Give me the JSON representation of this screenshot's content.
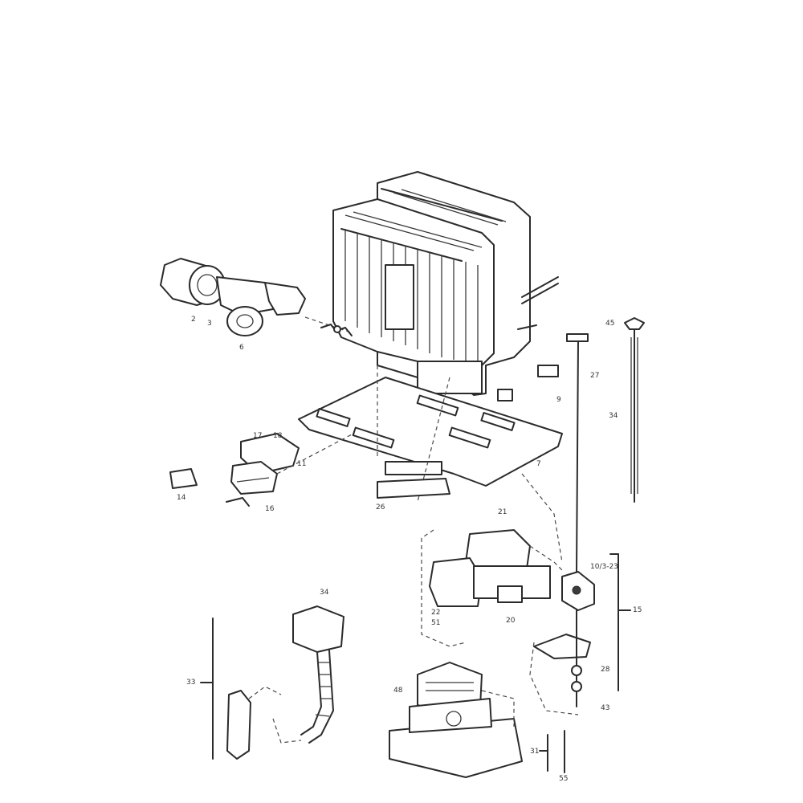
{
  "labels": {
    "l2a": "2",
    "l2b": "3",
    "l6": "6",
    "l45": "45",
    "l27": "27",
    "l9": "9",
    "l34": "34",
    "l7": "7",
    "l17": "17",
    "l18": "18",
    "l11": "11",
    "l14": "14",
    "l16": "16",
    "l26": "26",
    "l21": "21",
    "l1023": "10/3-23",
    "l20": "20",
    "l15": "15",
    "l22": "22",
    "l51": "51",
    "l34b": "34",
    "l33": "33",
    "l48": "48",
    "l31": "31",
    "l28": "28",
    "l43": "43",
    "l55": "55"
  }
}
